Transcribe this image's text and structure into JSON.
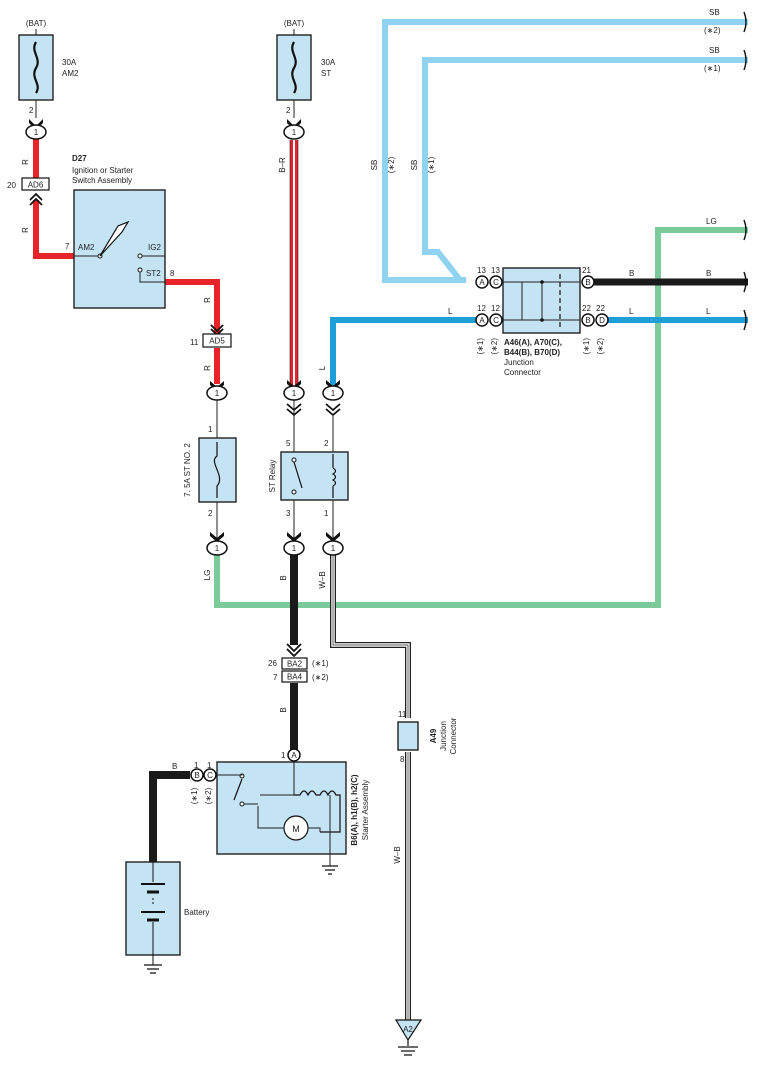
{
  "colors": {
    "red": "#e8242a",
    "black": "#1a1a1a",
    "sky_blue": "#8fd3f1",
    "blue": "#1f9ed8",
    "light_green": "#7cc99a",
    "component_fill": "#c4e3f3",
    "white_stripe": "#ffffff"
  },
  "fuse_am2": {
    "source": "(BAT)",
    "rating": "30A",
    "name": "AM2",
    "pin": "2",
    "connector": "1"
  },
  "fuse_st": {
    "source": "(BAT)",
    "rating": "30A",
    "name": "ST",
    "pin": "2",
    "connector": "1"
  },
  "wires": {
    "am2_left": "R",
    "am2_low": "R",
    "ign_out": "R",
    "ad5_low": "R",
    "st_fuse": "B–R",
    "relay_l": "L",
    "relay_out": "B",
    "relay_coil": "W–B",
    "fuse_out": "LG",
    "starter_in": "B",
    "battery": "B",
    "ground_wb": "W–B",
    "sb1": "SB",
    "sb2": "SB",
    "sb1_v": "SB",
    "sb2_v": "SB",
    "lg_right": "LG",
    "b_mid": "B",
    "b_right": "B",
    "l_mid": "L",
    "l_right": "L"
  },
  "notes": {
    "n1": "(∗1)",
    "n2": "(∗2)"
  },
  "ad6": {
    "pin": "20",
    "name": "AD6"
  },
  "ad5": {
    "pin": "11",
    "name": "AD5"
  },
  "ignition": {
    "code": "D27",
    "name_line1": "Ignition or Starter",
    "name_line2": "Switch Assembly",
    "am2": "AM2",
    "ig2": "IG2",
    "st2": "ST2",
    "pin_am2": "7",
    "pin_st2": "8"
  },
  "fuse_st2": {
    "name": "7. 5A ST NO. 2",
    "pin_top": "1",
    "pin_bottom": "2"
  },
  "st_relay": {
    "name": "ST Relay",
    "pin5": "5",
    "pin2": "2",
    "pin3": "3",
    "pin1": "1"
  },
  "plug1": "1",
  "junction": {
    "code_line1": "A46(A), A70(C),",
    "code_line2": "B44(B), B70(D)",
    "name_line1": "Junction",
    "name_line2": "Connector",
    "pin13a": "13",
    "pin13c": "13",
    "pin12a": "12",
    "pin12c": "12",
    "pin21": "21",
    "pin22b": "22",
    "pin22d": "22",
    "A": "A",
    "B": "B",
    "C": "C",
    "D": "D"
  },
  "ba": {
    "pin_ba2": "26",
    "ba2": "BA2",
    "pin_ba4": "7",
    "ba4": "BA4"
  },
  "a49": {
    "code": "A49",
    "name_line1": "Junction",
    "name_line2": "Connector",
    "pin11": "11",
    "pin8": "8"
  },
  "starter": {
    "code": "B6(A), h1(B), h2(C)",
    "name": "Starter Assembly",
    "pin_a": "1",
    "pin_b": "1",
    "pin_c": "1",
    "motor": "M",
    "A": "A",
    "B": "B",
    "C": "C"
  },
  "battery": {
    "name": "Battery"
  },
  "ground_a2": "A2"
}
